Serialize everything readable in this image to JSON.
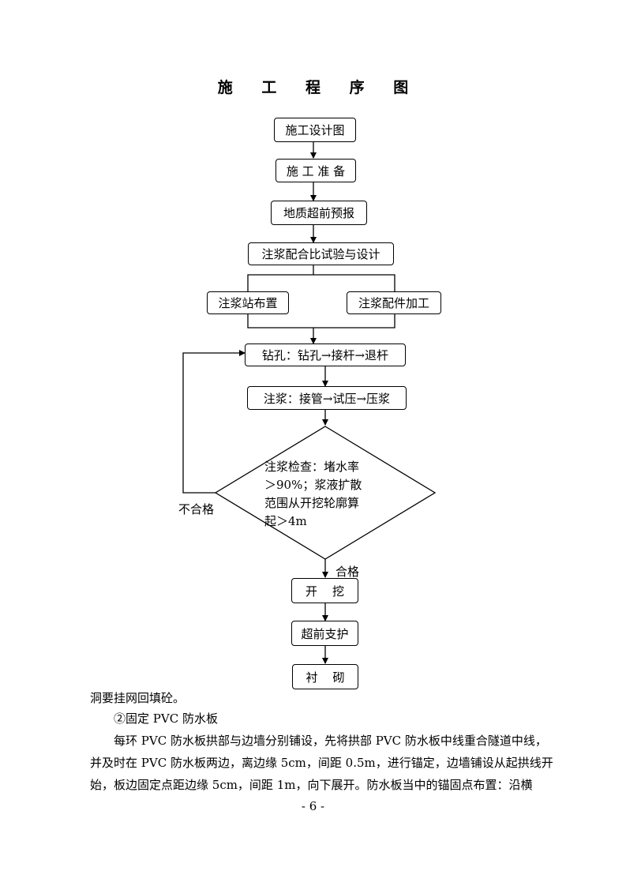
{
  "title": "施 工 程 序 图",
  "flowchart": {
    "nodes": {
      "design_drawing": "施工设计图",
      "preparation": "施 工 准 备",
      "geology_forecast": "地质超前预报",
      "grout_mix": "注浆配合比试验与设计",
      "grout_station": "注浆站布置",
      "grout_parts": "注浆配件加工",
      "drilling": "钻孔：钻孔→接杆→退杆",
      "grouting": "注浆：接管→试压→压浆",
      "check": [
        "注浆检查：堵水率",
        "＞90%；浆液扩散",
        "范围从开挖轮廓算",
        "起＞4m"
      ],
      "excavation": "开    挖",
      "advance_support": "超前支护",
      "lining": "衬    砌"
    },
    "labels": {
      "fail": "不合格",
      "pass": "合格"
    }
  },
  "body": {
    "line1": "洞要挂网回填砼。",
    "line2": "②固定 PVC 防水板",
    "line3": "每环 PVC 防水板拱部与边墙分别铺设，先将拱部 PVC 防水板中线重合隧道中线，",
    "line4": "并及时在 PVC 防水板两边，离边缘 5cm，间距 0.5m，进行锚定，边墙铺设从起拱线开",
    "line5": "始，板边固定点距边缘 5cm，间距 1m，向下展开。防水板当中的锚固点布置：沿横"
  },
  "page_number": "- 6 -"
}
